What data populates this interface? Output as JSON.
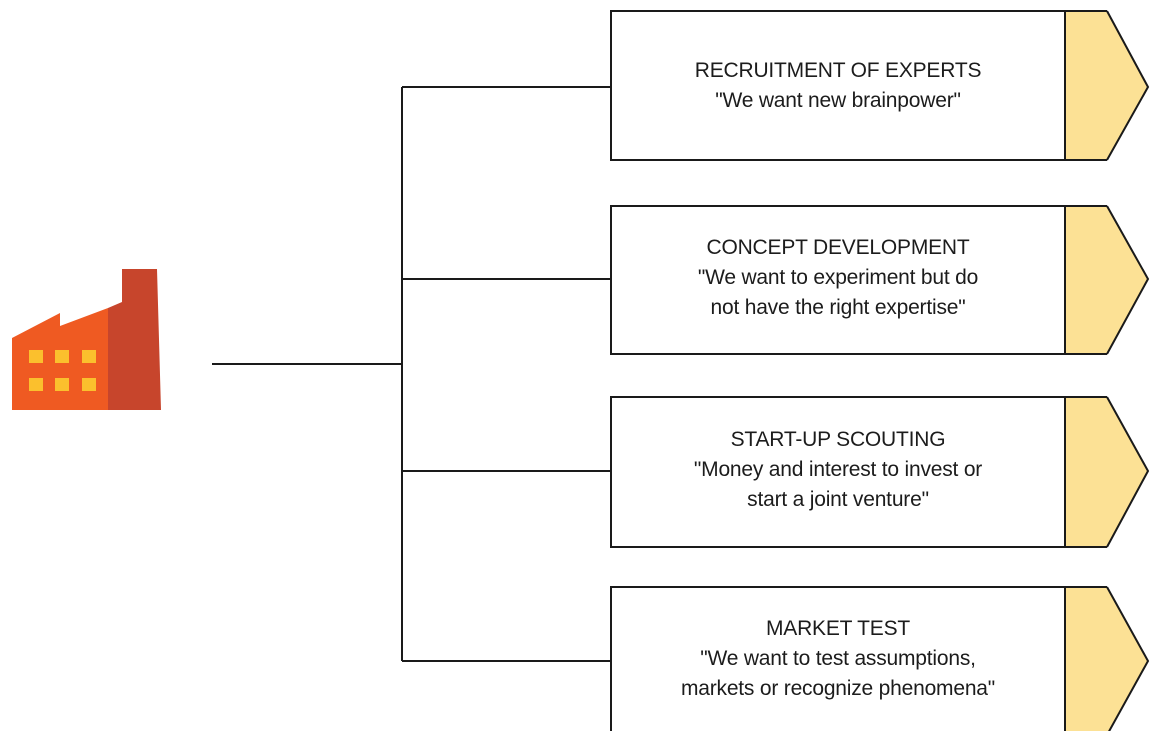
{
  "colors": {
    "line": "#1a1a1a",
    "tab_fill": "#fce195",
    "factory_body": "#ef5a22",
    "factory_chimney": "#c7452c",
    "factory_window": "#fbc02d"
  },
  "source": {
    "icon": "factory-icon"
  },
  "options": [
    {
      "title": "RECRUITMENT OF EXPERTS",
      "quote": "\"We want new brainpower\""
    },
    {
      "title": "CONCEPT DEVELOPMENT",
      "quote": "\"We want to experiment but do not have the right expertise\""
    },
    {
      "title": "START-UP SCOUTING",
      "quote": "\"Money and interest to invest or start a joint venture\""
    },
    {
      "title": "MARKET TEST",
      "quote": "\"We want to test assumptions, markets or recognize phenomena\""
    }
  ]
}
